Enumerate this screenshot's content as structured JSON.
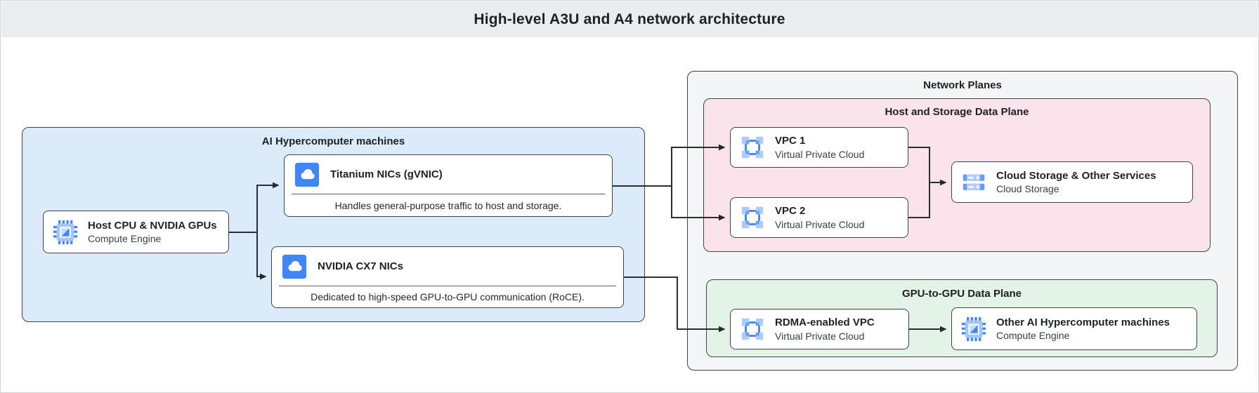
{
  "header": {
    "title": "High-level A3U and A4 network architecture"
  },
  "containers": {
    "ai_machines": {
      "label": "AI Hypercomputer machines"
    },
    "network_planes": {
      "label": "Network Planes"
    },
    "host_storage_plane": {
      "label": "Host and Storage Data Plane"
    },
    "gpu_plane": {
      "label": "GPU-to-GPU Data Plane"
    }
  },
  "nodes": {
    "host_cpu": {
      "title": "Host CPU & NVIDIA GPUs",
      "subtitle": "Compute Engine",
      "icon": "compute-engine-icon"
    },
    "titanium_nic": {
      "title": "Titanium NICs (gVNIC)",
      "caption": "Handles general-purpose traffic to host and storage.",
      "icon": "cloud-icon"
    },
    "cx7_nic": {
      "title": "NVIDIA CX7 NICs",
      "caption": "Dedicated to high-speed GPU-to-GPU communication (RoCE).",
      "icon": "cloud-icon"
    },
    "vpc1": {
      "title": "VPC 1",
      "subtitle": "Virtual Private Cloud",
      "icon": "vpc-icon"
    },
    "vpc2": {
      "title": "VPC 2",
      "subtitle": "Virtual Private Cloud",
      "icon": "vpc-icon"
    },
    "cloud_storage": {
      "title": "Cloud Storage & Other Services",
      "subtitle": "Cloud Storage",
      "icon": "cloud-storage-icon"
    },
    "rdma_vpc": {
      "title": "RDMA-enabled VPC",
      "subtitle": "Virtual Private Cloud",
      "icon": "vpc-icon"
    },
    "other_machines": {
      "title": "Other AI Hypercomputer machines",
      "subtitle": "Compute Engine",
      "icon": "compute-engine-icon"
    }
  },
  "colors": {
    "header_bg": "#e9edf0",
    "blue_container": "#dcebfa",
    "gray_container": "#f4f5f6",
    "pink_container": "#fbe3ec",
    "green_container": "#e4f3e7",
    "icon_blue": "#4285f4",
    "icon_light_blue": "#aecbfa",
    "line": "#2a2e31",
    "text": "#202124"
  }
}
